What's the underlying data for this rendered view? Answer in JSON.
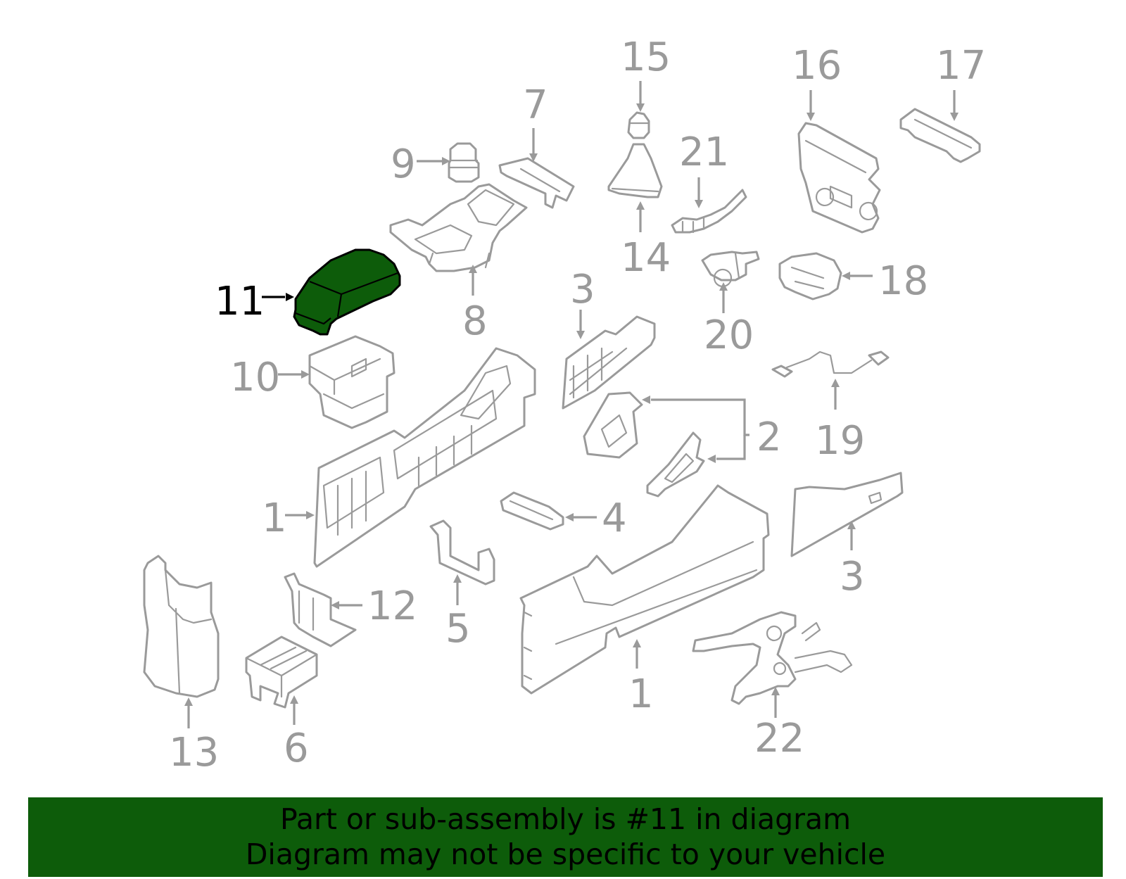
{
  "callouts": [
    {
      "id": "1a",
      "text": "1"
    },
    {
      "id": "1b",
      "text": "1"
    },
    {
      "id": "2",
      "text": "2"
    },
    {
      "id": "3a",
      "text": "3"
    },
    {
      "id": "3b",
      "text": "3"
    },
    {
      "id": "4",
      "text": "4"
    },
    {
      "id": "5",
      "text": "5"
    },
    {
      "id": "6",
      "text": "6"
    },
    {
      "id": "7",
      "text": "7"
    },
    {
      "id": "8",
      "text": "8"
    },
    {
      "id": "9",
      "text": "9"
    },
    {
      "id": "10",
      "text": "10"
    },
    {
      "id": "11",
      "text": "11"
    },
    {
      "id": "12",
      "text": "12"
    },
    {
      "id": "13",
      "text": "13"
    },
    {
      "id": "14",
      "text": "14"
    },
    {
      "id": "15",
      "text": "15"
    },
    {
      "id": "16",
      "text": "16"
    },
    {
      "id": "17",
      "text": "17"
    },
    {
      "id": "18",
      "text": "18"
    },
    {
      "id": "19",
      "text": "19"
    },
    {
      "id": "20",
      "text": "20"
    },
    {
      "id": "21",
      "text": "21"
    },
    {
      "id": "22",
      "text": "22"
    }
  ],
  "highlighted_part": "11",
  "colors": {
    "highlight_fill": "#0d5c0a",
    "line_gray": "#9a9a9a",
    "banner_bg": "#0d5c0a",
    "banner_text": "#000000"
  },
  "banner": {
    "line1": "Part or sub-assembly is #11 in diagram",
    "line2": "Diagram may not be specific to your vehicle"
  }
}
